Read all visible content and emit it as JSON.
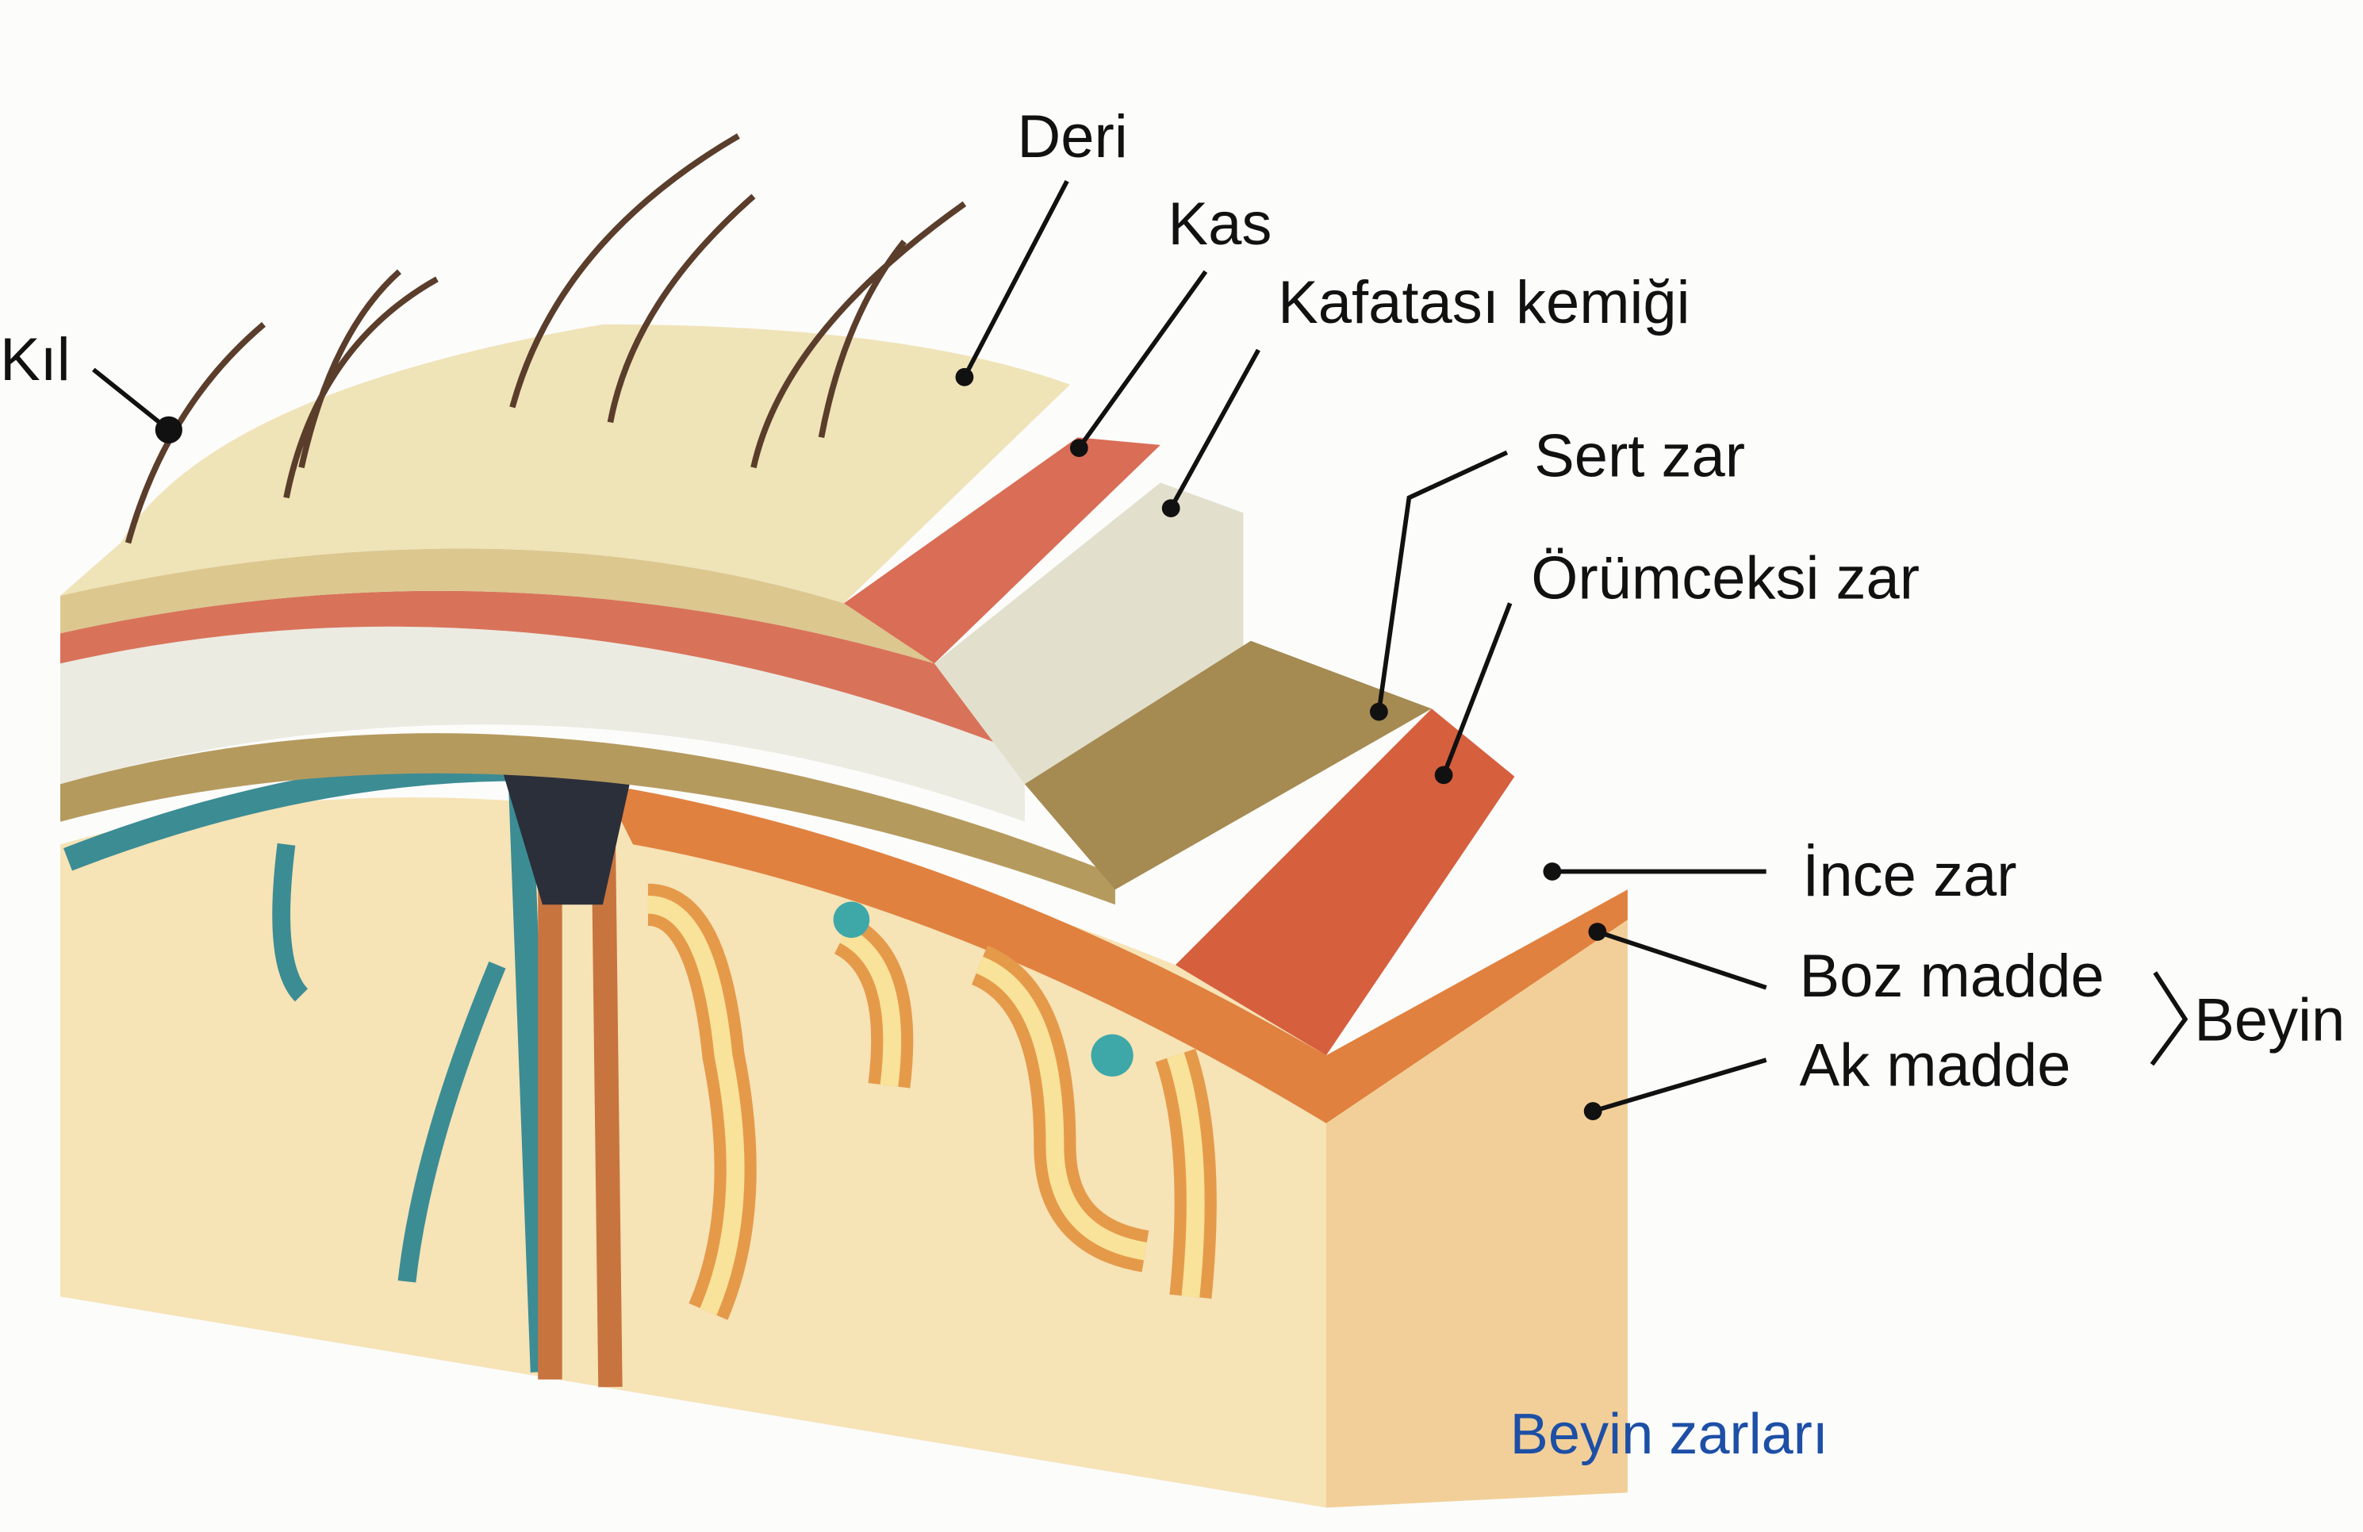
{
  "labels": {
    "kil": "Kıl",
    "deri": "Deri",
    "kas": "Kas",
    "kafatasi": "Kafatası kemiği",
    "sert_zar": "Sert zar",
    "orumceksi_zar": "Örümceksi zar",
    "ince_zar": "İnce zar",
    "boz_madde": "Boz madde",
    "ak_madde": "Ak madde",
    "beyin": "Beyin"
  },
  "caption": "Beyin zarları",
  "colors": {
    "caption": "#1d4fa6",
    "skin": "#efe3b8",
    "muscle": "#d96d55",
    "bone": "#ecebe2",
    "dura": "#a58a52",
    "arachnoid": "#d65f3e",
    "grey_matter": "#e0813f",
    "white_matter": "#f6e3b6",
    "vein": "#3c8c94"
  }
}
